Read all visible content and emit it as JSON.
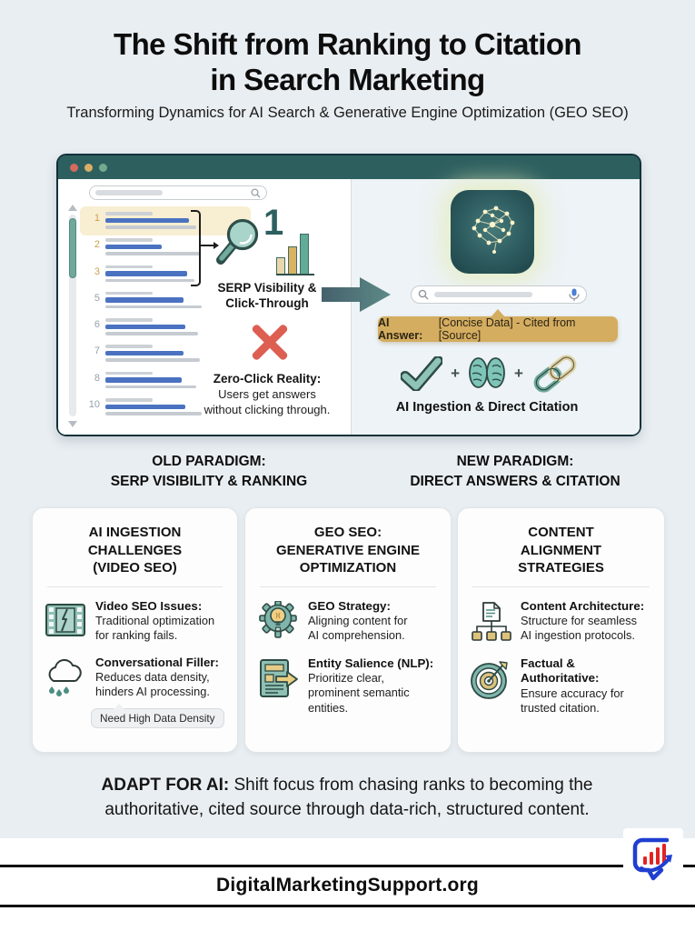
{
  "page": {
    "title": "The Shift from Ranking to Citation\nin Search Marketing",
    "subtitle": "Transforming Dynamics for AI Search & Generative Engine Optimization (GEO SEO)"
  },
  "browser": {
    "serp": {
      "results": [
        "1",
        "2",
        "3",
        "5",
        "6",
        "7",
        "8",
        "10"
      ],
      "rank_badge": "1",
      "visibility_label": "SERP Visibility &\nClick-Through",
      "zero_click_title": "Zero-Click Reality:",
      "zero_click_body": "Users get answers\nwithout clicking through."
    },
    "ai": {
      "answer_bold": "AI Answer:",
      "answer_rest": "[Concise Data] - Cited from [Source]",
      "plus": "+",
      "ingestion_label": "AI Ingestion & Direct Citation"
    }
  },
  "paradigms": {
    "old": "OLD PARADIGM:\nSERP VISIBILITY & RANKING",
    "new": "NEW PARADIGM:\nDIRECT ANSWERS & CITATION"
  },
  "cards": [
    {
      "title": "AI INGESTION\nCHALLENGES\n(VIDEO SEO)",
      "items": [
        {
          "icon": "broken-film-icon",
          "head": "Video SEO Issues:",
          "body": "Traditional optimization\nfor ranking fails."
        },
        {
          "icon": "rain-cloud-icon",
          "head": "Conversational Filler:",
          "body": "Reduces data density,\nhinders AI processing."
        }
      ],
      "tag": "Need High Data Density"
    },
    {
      "title": "GEO SEO:\nGENERATIVE ENGINE\nOPTIMIZATION",
      "items": [
        {
          "icon": "gear-bulb-icon",
          "head": "GEO Strategy:",
          "body": "Aligning content for\nAI comprehension."
        },
        {
          "icon": "document-arrow-icon",
          "head": "Entity Salience (NLP):",
          "body": "Prioritize clear,\nprominent semantic\nentities."
        }
      ]
    },
    {
      "title": "CONTENT\nALIGNMENT\nSTRATEGIES",
      "items": [
        {
          "icon": "content-architecture-icon",
          "head": "Content Architecture:",
          "body": "Structure for seamless\nAI ingestion protocols."
        },
        {
          "icon": "target-dart-icon",
          "head": "Factual & Authoritative:",
          "body": "Ensure accuracy for\ntrusted citation."
        }
      ]
    }
  ],
  "cta": {
    "bold": "ADAPT FOR AI:",
    "rest": " Shift focus from chasing ranks to becoming the authoritative, cited source through data-rich, structured content."
  },
  "footer": {
    "brand": "DigitalMarketingSupport.org"
  },
  "colors": {
    "background": "#e9eef2",
    "titlebar_teal": "#2d5f5f",
    "teal_accent": "#6fa99b",
    "gold_accent": "#d4ad60",
    "link_blue": "#4a72c0",
    "error_red": "#dd5f52",
    "logo_blue": "#1f3fd0",
    "logo_red": "#e32222"
  }
}
